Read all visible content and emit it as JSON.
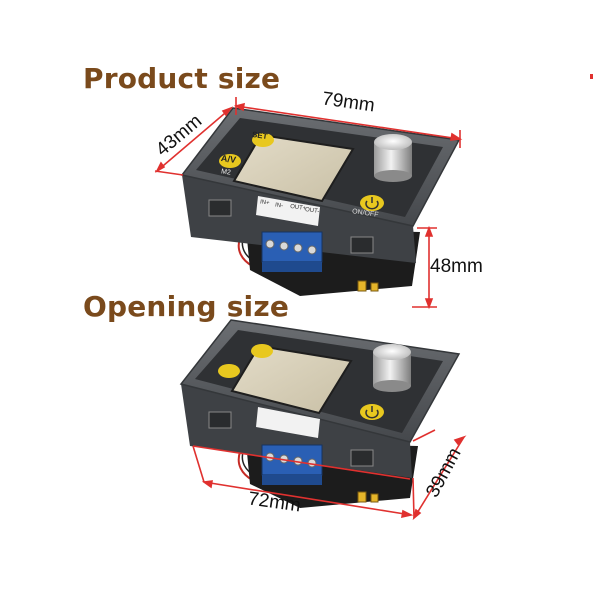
{
  "headings": {
    "product": "Product size",
    "opening": "Opening size"
  },
  "dimensions": {
    "product_width": "79mm",
    "product_depth": "43mm",
    "product_height": "48mm",
    "opening_width": "72mm",
    "opening_height": "39mm"
  },
  "device_labels": {
    "mode_button": "A/V",
    "mode_sub": "M2",
    "set_button": "SET",
    "power_label": "ON/OFF",
    "terminals": [
      "IN+",
      "IN-",
      "OUT+",
      "OUT-"
    ]
  },
  "colors": {
    "heading": "#7a4a1c",
    "dimension_line": "#e0312f",
    "panel_bezel": "#5c5f63",
    "screen_bg": "#d9d2bd",
    "button_yellow": "#e8c81f",
    "terminal_blue": "#2a5fb4"
  }
}
